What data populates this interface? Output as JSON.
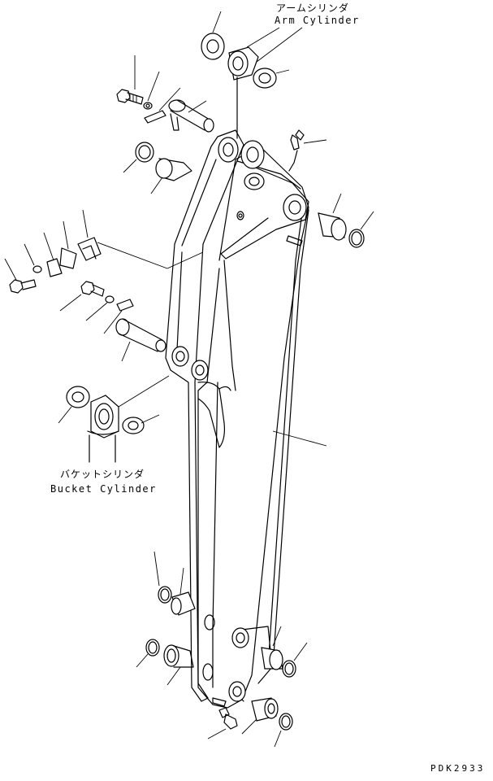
{
  "labels": {
    "arm_cylinder_jp": "アームシリンダ",
    "arm_cylinder_en": "Arm Cylinder",
    "bucket_cylinder_jp": "バケットシリンダ",
    "bucket_cylinder_en": "Bucket Cylinder",
    "drawing_code": "PDK2933"
  }
}
